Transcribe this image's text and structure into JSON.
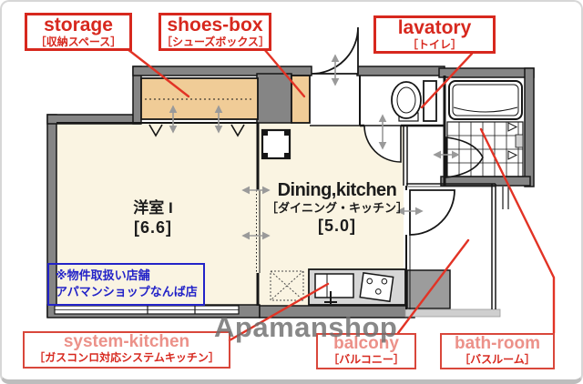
{
  "callouts": {
    "storage": {
      "en": "storage",
      "ja": "［収納スペース］"
    },
    "shoes_box": {
      "en": "shoes-box",
      "ja": "［シューズボックス］"
    },
    "lavatory": {
      "en": "lavatory",
      "ja": "［トイレ］"
    },
    "system_kitchen": {
      "en": "system-kitchen",
      "ja": "［ガスコンロ対応システムキッチン］"
    },
    "balcony": {
      "en": "balcony",
      "ja": "［バルコニー］"
    },
    "bath_room": {
      "en": "bath-room",
      "ja": "［バスルーム］"
    }
  },
  "rooms": {
    "western_room": {
      "name": "洋室 I",
      "size": "[6.6]"
    },
    "dining_kitchen": {
      "name": "Dining,kitchen",
      "name_ja": "［ダイニング・キッチン］",
      "size": "[5.0]"
    }
  },
  "store_notice": {
    "line1": "※物件取扱い店舗",
    "line2": "アパマンショップなんば店"
  },
  "watermark": "Apamanshop",
  "colors": {
    "callout_red": "#d7281e",
    "callout_pink": "#ec9189",
    "leader_red": "#e23325",
    "notice_blue": "#2323c8",
    "floor_cream": "#faf4e2",
    "closet_tan": "#f0cc97",
    "wall_gray": "#858585",
    "watermark_gray": "#6e6e6e"
  }
}
